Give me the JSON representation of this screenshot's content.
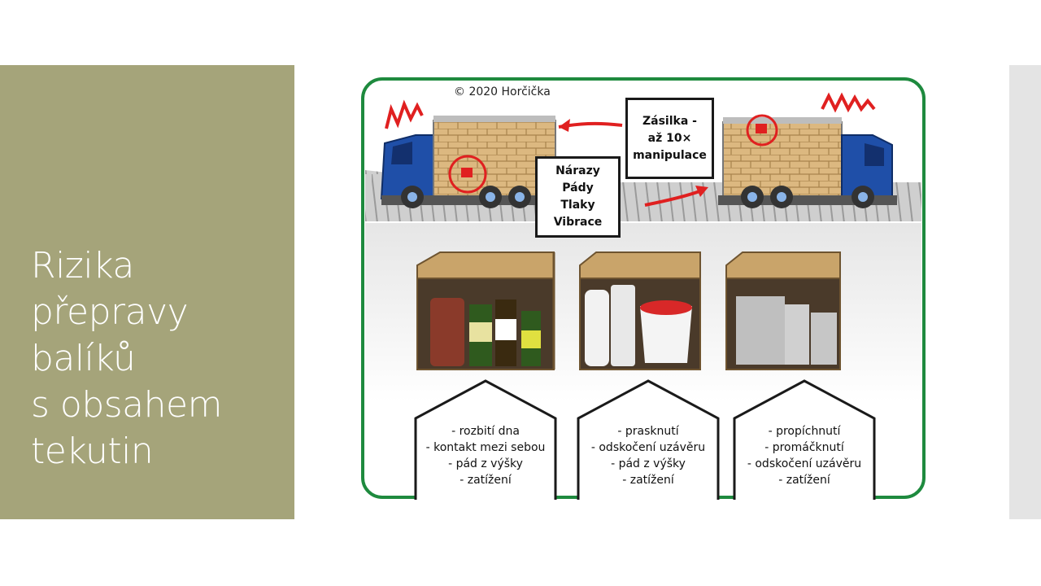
{
  "slide": {
    "title_lines": [
      "Rizika",
      "přepravy",
      "balíků",
      "s obsahem",
      "tekutin"
    ]
  },
  "figure": {
    "copyright": "© 2020 Horčička",
    "box_shipment": [
      "Zásilka -",
      "až 10×",
      "manipulace"
    ],
    "box_hazards": [
      "Nárazy",
      "Pády",
      "Tlaky",
      "Vibrace"
    ],
    "risk_panels": [
      {
        "lines": [
          "- rozbití dna",
          "- kontakt mezi sebou",
          "- pád z výšky",
          "- zatížení"
        ]
      },
      {
        "lines": [
          "- prasknutí",
          "- odskočení uzávěru",
          "- pád z výšky",
          "- zatížení"
        ]
      },
      {
        "lines": [
          "- propíchnutí",
          "- promáčknutí",
          "- odskočení uzávěru",
          "- zatížení"
        ]
      }
    ],
    "colors": {
      "frame": "#1e8a3e",
      "truck": "#1f4fa8",
      "marker": "#e02020",
      "cardboard": "#c9a46a",
      "panel_bg": "#a5a47a"
    }
  }
}
